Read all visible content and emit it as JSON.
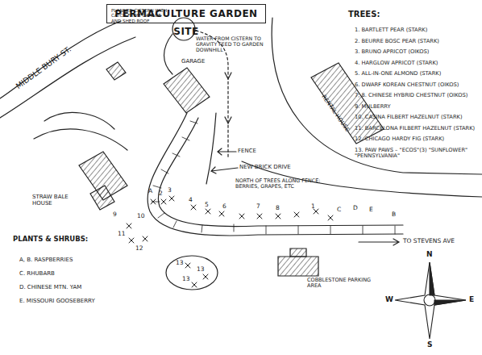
{
  "diagram": {
    "title": "PERMACULTURE GARDEN SITE",
    "nodes": [
      {
        "text": [
          "PLANNED CISTERN WITH CATCH FROM GARAGE AND SHED ROOF"
        ]
      },
      {
        "text": [
          "GARAGE"
        ]
      },
      {
        "text": [
          "RENTAL HOUSE"
        ]
      },
      {
        "text": [
          "STRAW BALE HOUSE"
        ]
      },
      {
        "text": [
          "COBBLESTONE PARKING AREA"
        ]
      }
    ],
    "labels": [
      "MIDDLE BURY ST.",
      "WATER FROM CISTERN TO GRAVITY FEED TO GARDEN DOWNHILL",
      "FENCE",
      "NEW BRICK DRIVE",
      "NORTH OF TREES ALONG FENCE: BERRIES, GRAPES, ETC",
      "TO STEVENS AVE",
      "TREES:",
      "1. BARTLETT PEAR (STARK)",
      "2. BEURRE BOSC PEAR (STARK)",
      "3. BRUNO APRICOT (OIKOS)",
      "4. HARGLOW APRICOT (STARK)",
      "5. ALL-IN-ONE ALMOND (STARK)",
      "6. DWARF KOREAN CHESTNUT (OIKOS)",
      "7, 8. CHINESE HYBRID CHESTNUT (OIKOS)",
      "9. MULBERRY",
      "10. CASINA FILBERT HAZELNUT (STARK)",
      "11. BARCELONA FILBERT HAZELNUT (STARK)",
      "12. CHICAGO HARDY FIG (STARK)",
      "13. PAW PAWS – \"ECOS\"(3) \"SUNFLOWER\" \"PENNSYLVANIA\"",
      "PLANTS & SHRUBS:",
      "A, B. RASPBERRIES",
      "C. RHUBARB",
      "D. CHINESE MTN. YAM",
      "E. MISSOURI GOOSEBERRY",
      "A",
      "2",
      "3",
      "4",
      "5",
      "6",
      "7",
      "8",
      "1",
      "C",
      "D",
      "E",
      "B",
      "9",
      "10",
      "11",
      "12",
      "13",
      "13",
      "13",
      "N",
      "S",
      "E",
      "W"
    ]
  }
}
